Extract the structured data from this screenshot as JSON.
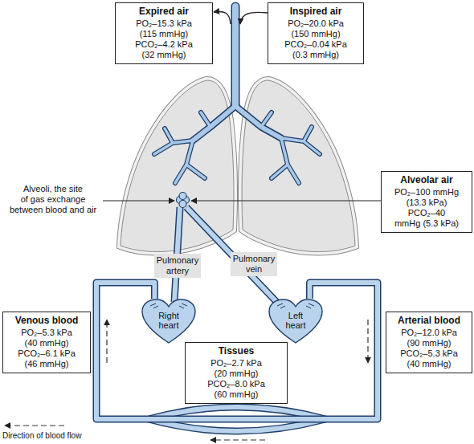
{
  "diagram": {
    "nodes": [
      {
        "text": [
          "Expired air",
          "PO₂–15.3 kPa (115 mmHg)",
          "PCO₂–4.2 kPa (32 mmHg)"
        ]
      },
      {
        "text": [
          "Inspired air",
          "PO₂–20.0 kPa (150 mmHg)",
          "PCO₂–0.04 kPa (0.3 mmHg)"
        ]
      },
      {
        "text": [
          "Alveolar air",
          "PO₂–100 mmHg (13.3 kPa)",
          "PCO₂–40 mmHg (5.3 kPa)"
        ]
      },
      {
        "text": [
          "Pulmonary artery"
        ]
      },
      {
        "text": [
          "Pulmonary vein"
        ]
      },
      {
        "text": [
          "Venous blood",
          "PO₂–5.3 kPa (40 mmHg)",
          "PCO₂–6.1 kPa (46 mmHg)"
        ]
      },
      {
        "text": [
          "Right heart"
        ]
      },
      {
        "text": [
          "Tissues",
          "PO₂–2.7 kPa (20 mmHg)",
          "PCO₂–8.0 kPa (60 mmHg)"
        ]
      },
      {
        "text": [
          "Left heart"
        ]
      },
      {
        "text": [
          "Arterial blood",
          "PO₂–12.0 kPa (90 mmHg)",
          "PCO₂–5.3 kPa (40 mmHg)"
        ]
      }
    ],
    "edges": [
      {
        "from": 8,
        "to": 6,
        "arrow": "none"
      }
    ],
    "labels": [
      "Alveoli, the site of gas exchange between blood and air"
    ],
    "legend": [
      {
        "text": "Direction of blood flow"
      }
    ]
  }
}
